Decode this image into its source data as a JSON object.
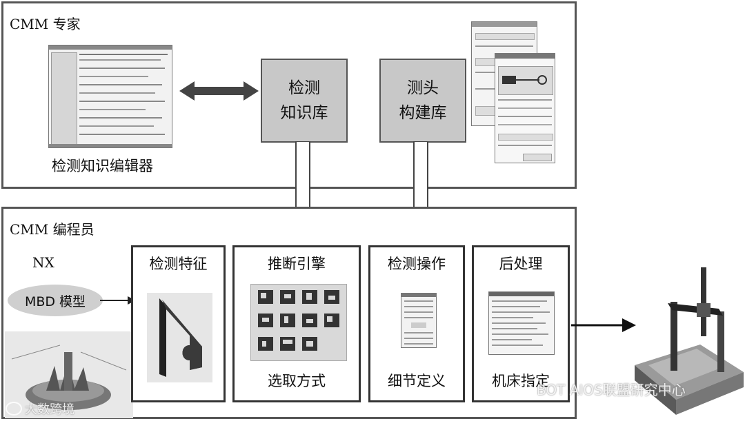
{
  "expert": {
    "title": "CMM 专家",
    "editor_label": "检测知识编辑器",
    "kb_box": "检测\n知识库",
    "probe_box": "测头\n构建库"
  },
  "programmer": {
    "title": "CMM 编程员",
    "nx_label": "NX",
    "mbd_label": "MBD 模型",
    "panels": [
      {
        "title": "检测特征",
        "footer": ""
      },
      {
        "title": "推断引擎",
        "footer": "选取方式"
      },
      {
        "title": "检测操作",
        "footer": "细节定义"
      },
      {
        "title": "后处理",
        "footer": "机床指定"
      }
    ]
  },
  "watermarks": {
    "left": "大数跨境",
    "right": "BOT AIOS联盟研究中心"
  },
  "colors": {
    "box_fill": "#c8c8c8",
    "border": "#555555",
    "arrow_fill": "#ffffff",
    "arrow_dark": "#444444"
  }
}
